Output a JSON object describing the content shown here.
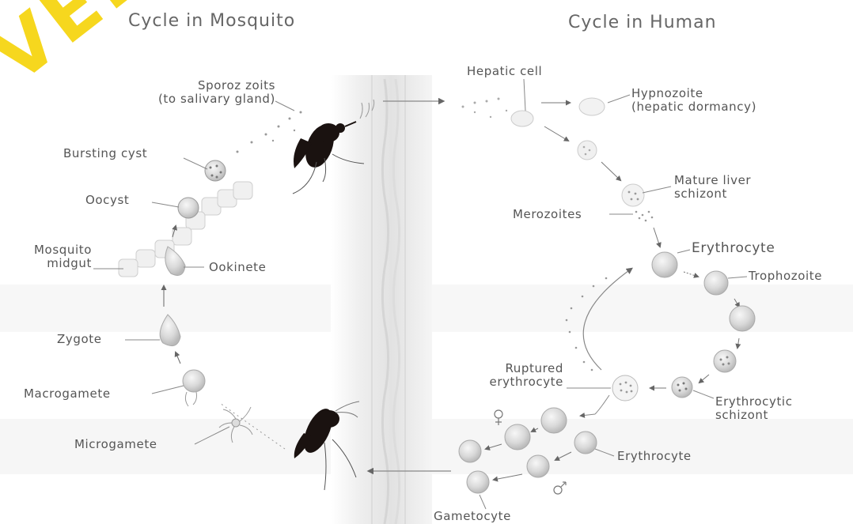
{
  "titles": {
    "mosquito": "Cycle in Mosquito",
    "human": "Cycle in Human"
  },
  "watermark": "VERSI",
  "mosquito_labels": {
    "sporozoits_1": "Sporoz zoits",
    "sporozoits_2": "(to salivary gland)",
    "bursting_cyst": "Bursting cyst",
    "oocyst": "Oocyst",
    "midgut_1": "Mosquito",
    "midgut_2": "midgut",
    "ookinete": "Ookinete",
    "zygote": "Zygote",
    "macrogamete": "Macrogamete",
    "microgamete": "Microgamete"
  },
  "human_labels": {
    "hepatic_cell": "Hepatic cell",
    "hypnozoite_1": "Hypnozoite",
    "hypnozoite_2": "(hepatic dormancy)",
    "mature_schizont_1": "Mature liver",
    "mature_schizont_2": "schizont",
    "merozoites": "Merozoites",
    "erythrocyte_top": "Erythrocyte",
    "trophozoite": "Trophozoite",
    "ruptured_1": "Ruptured",
    "ruptured_2": "erythrocyte",
    "erythrocytic_schizont_1": "Erythrocytic",
    "erythrocytic_schizont_2": "schizont",
    "erythrocyte_bottom": "Erythrocyte",
    "gametocyte": "Gametocyte"
  },
  "colors": {
    "watermark": "#f5d200",
    "cell_fill": "#d8d8d8",
    "cell_stroke": "#b0b0b0",
    "mosquito": "#1a1210",
    "label_text": "#555555",
    "skin_band": "#e6e6e6"
  },
  "icons": {
    "mosquito_top": "mosquito-icon",
    "mosquito_bottom": "mosquito-icon",
    "female_symbol": "female-symbol-icon",
    "male_symbol": "male-symbol-icon"
  }
}
